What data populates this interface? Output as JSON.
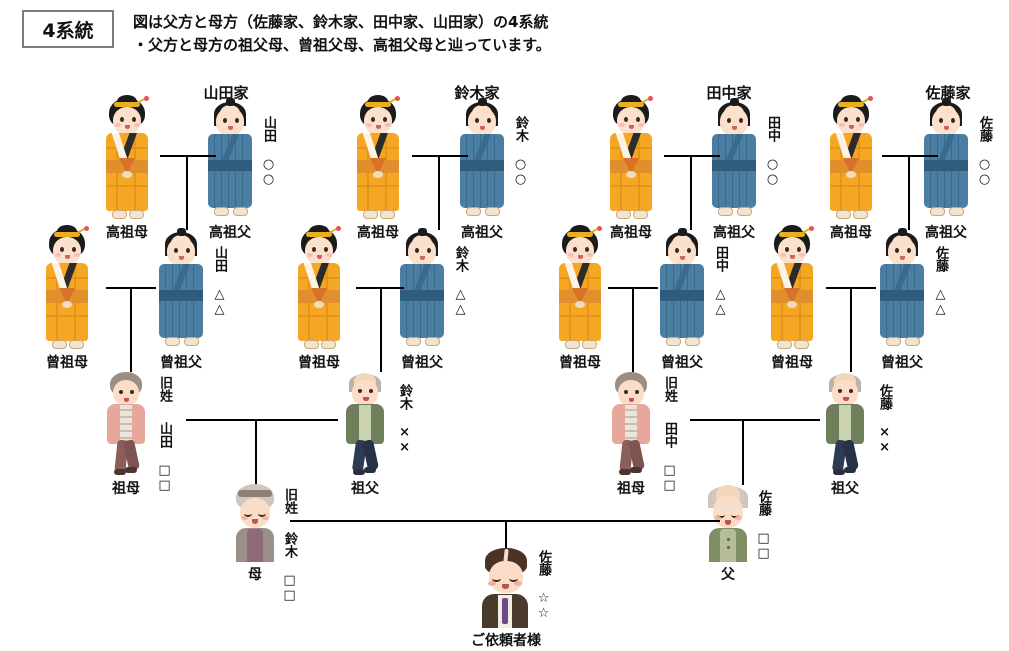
{
  "header": {
    "badge": "4系統",
    "line1": "図は父方と母方（佐藤家、鈴木家、田中家、山田家）の4系統",
    "line2": "・父方と母方の祖父母、曾祖父母、高祖父母と辿っています。"
  },
  "families": [
    {
      "name": "山田家"
    },
    {
      "name": "鈴木家"
    },
    {
      "name": "田中家"
    },
    {
      "name": "佐藤家"
    }
  ],
  "labels": {
    "kousobo": "高祖母",
    "kousofu": "高祖父",
    "sosobo": "曾祖母",
    "sosofu": "曾祖父",
    "sobo": "祖母",
    "sofu": "祖父",
    "haha": "母",
    "chichi": "父",
    "client": "ご依頼者様",
    "kyusei": "旧姓"
  },
  "names": {
    "yamada_maru": "山田\n○○",
    "yamada_sankaku": "山田\n△△",
    "yamada_shikaku": "山田\n□□",
    "suzuki_maru": "鈴木\n○○",
    "suzuki_sankaku": "鈴木\n△△",
    "suzuki_batsu": "鈴木\n××",
    "suzuki_shikaku": "鈴木\n□□",
    "tanaka_maru": "田中\n○○",
    "tanaka_sankaku": "田中\n△△",
    "tanaka_shikaku": "田中\n□□",
    "sato_maru": "佐藤\n○○",
    "sato_sankaku": "佐藤\n△△",
    "sato_batsu": "佐藤\n××",
    "sato_shikaku": "佐藤\n□□",
    "sato_hoshi": "佐藤\n☆☆"
  },
  "colors": {
    "edo_woman_kimono": "#f5a623",
    "edo_man_kimono": "#4a7ea3",
    "cardigan_pink": "#e8a79b",
    "jacket_green": "#6f7f5c",
    "suit_brown": "#4a3a2c",
    "line": "#000000",
    "badge_border": "#7d7d7d"
  }
}
